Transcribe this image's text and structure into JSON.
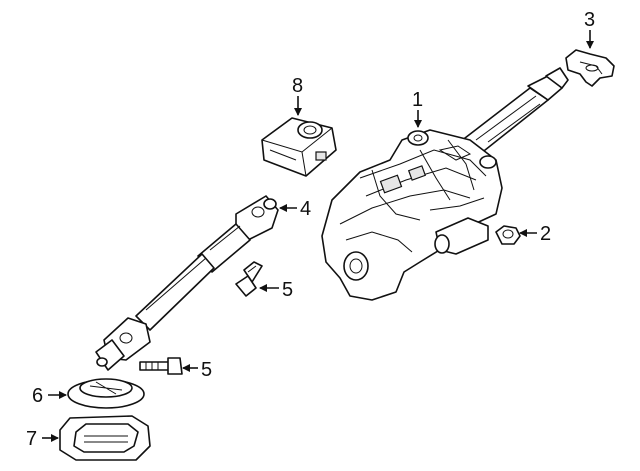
{
  "callouts": [
    {
      "id": "c1",
      "text": "1"
    },
    {
      "id": "c2",
      "text": "2"
    },
    {
      "id": "c3",
      "text": "3"
    },
    {
      "id": "c4",
      "text": "4"
    },
    {
      "id": "c5a",
      "text": "5"
    },
    {
      "id": "c5b",
      "text": "5"
    },
    {
      "id": "c6",
      "text": "6"
    },
    {
      "id": "c7",
      "text": "7"
    },
    {
      "id": "c8",
      "text": "8"
    }
  ]
}
